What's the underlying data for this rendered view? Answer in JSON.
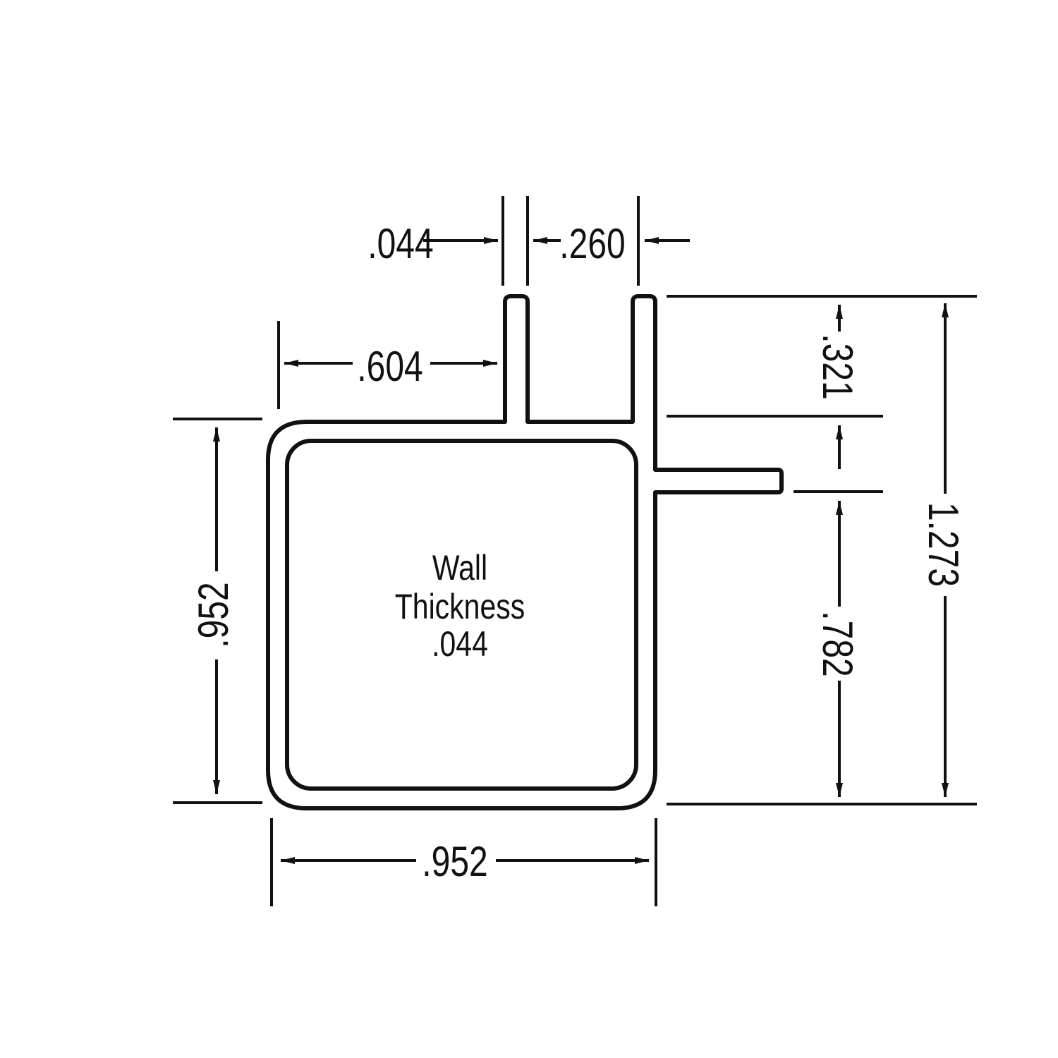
{
  "title": "Profile cross-section dimensions",
  "colors": {
    "line": "#111111",
    "background": "#ffffff"
  },
  "dimensions": {
    "fin_thickness": ".044",
    "fin_spacing": ".260",
    "fin_offset": ".604",
    "height": ".952",
    "width": ".952",
    "fin_height": ".321",
    "side_fin_to_bottom": ".782",
    "overall_height": "1.273"
  },
  "label": {
    "line1": "Wall",
    "line2": "Thickness",
    "line3": ".044"
  }
}
